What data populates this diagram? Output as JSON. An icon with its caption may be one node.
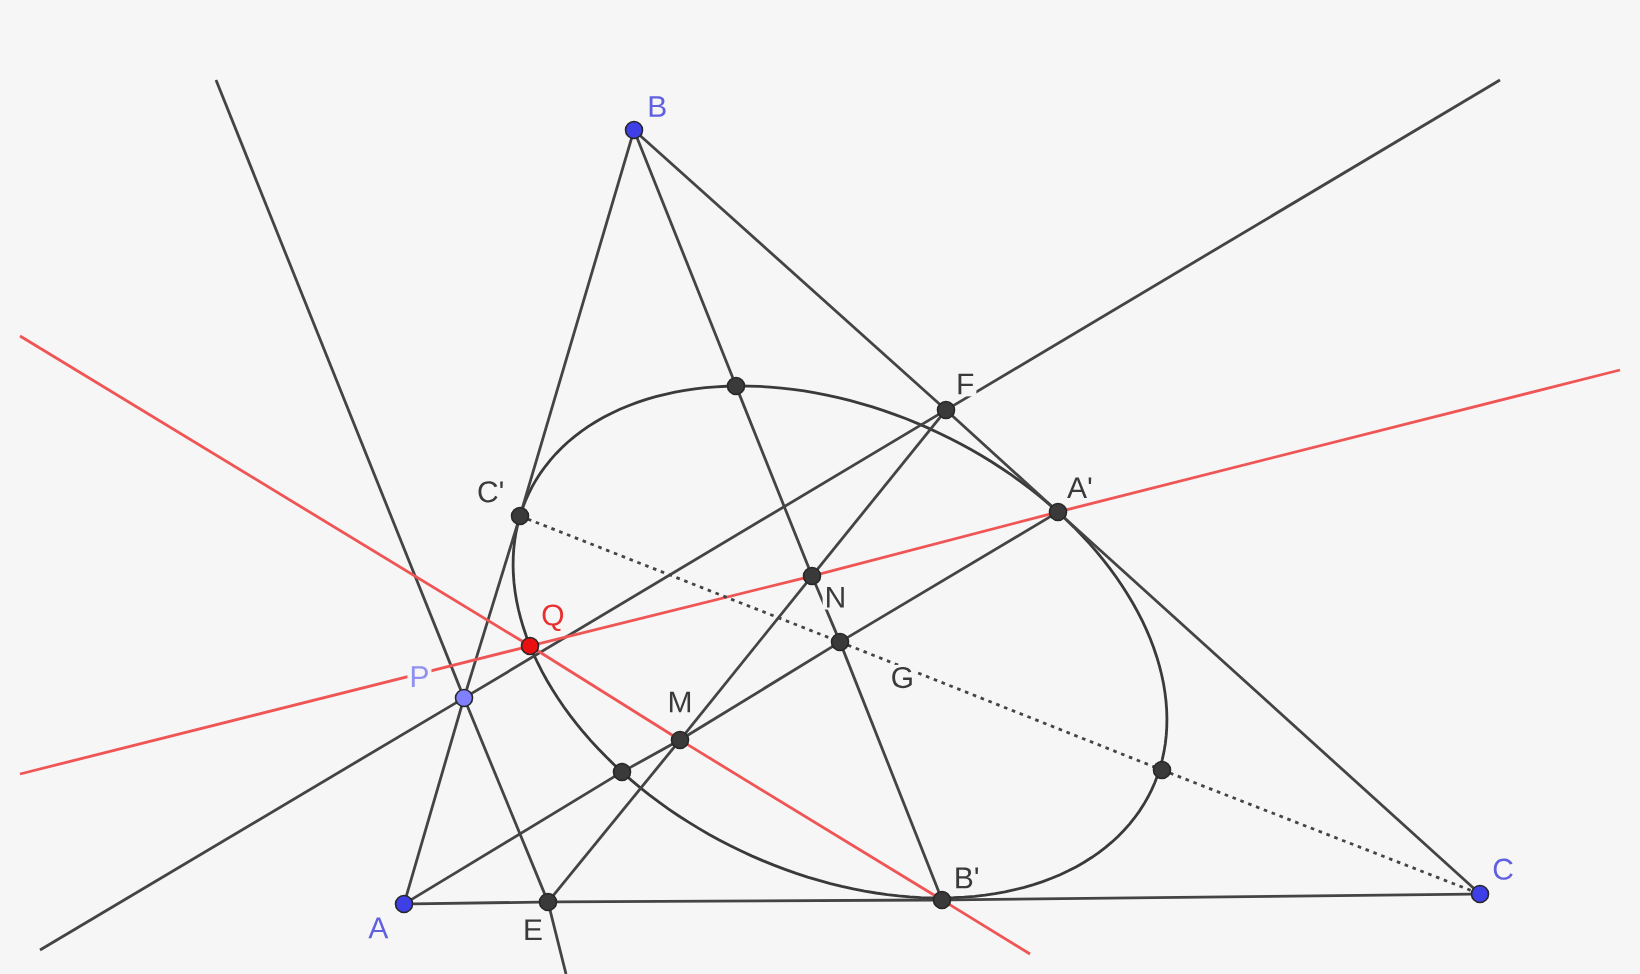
{
  "diagram": {
    "nodes": [
      {
        "text": [
          "B"
        ]
      },
      {
        "text": [
          "C'"
        ]
      },
      {
        "text": [
          "F"
        ]
      },
      {
        "text": [
          "A'"
        ]
      },
      {
        "text": [
          "N"
        ]
      },
      {
        "text": [
          "Q"
        ]
      },
      {
        "text": [
          "P"
        ]
      },
      {
        "text": [
          "G"
        ]
      },
      {
        "text": [
          "M"
        ]
      },
      {
        "text": [
          "A"
        ]
      },
      {
        "text": [
          "E"
        ]
      },
      {
        "text": [
          "B'"
        ]
      },
      {
        "text": [
          "C"
        ]
      },
      {
        "text": [],
        "shape": "circle"
      },
      {
        "text": [],
        "shape": "circle"
      },
      {
        "text": [],
        "shape": "circle"
      }
    ],
    "edges": [
      {
        "from": 9,
        "to": 6,
        "arrow": "none"
      },
      {
        "from": 6,
        "to": 1,
        "arrow": "none"
      },
      {
        "from": 1,
        "to": 0,
        "arrow": "none"
      },
      {
        "from": 0,
        "to": 2,
        "arrow": "none"
      },
      {
        "from": 2,
        "to": 3,
        "arrow": "none"
      },
      {
        "from": 3,
        "to": 12,
        "arrow": "none"
      },
      {
        "from": 9,
        "to": 10,
        "arrow": "none"
      },
      {
        "from": 10,
        "to": 11,
        "arrow": "none"
      },
      {
        "from": 11,
        "to": 12,
        "arrow": "none"
      },
      {
        "from": 0,
        "to": 13,
        "arrow": "none"
      },
      {
        "from": 13,
        "to": 4,
        "arrow": "none"
      },
      {
        "from": 4,
        "to": 7,
        "arrow": "none"
      },
      {
        "from": 7,
        "to": 11,
        "arrow": "none"
      },
      {
        "from": null,
        "to": 6,
        "arrow": "none"
      },
      {
        "from": 6,
        "to": 10,
        "arrow": "none"
      },
      {
        "from": 10,
        "to": null,
        "arrow": "none"
      },
      {
        "from": null,
        "to": 6,
        "arrow": "none"
      },
      {
        "from": 6,
        "to": 2,
        "arrow": "none"
      },
      {
        "from": 2,
        "to": null,
        "arrow": "none"
      },
      {
        "from": 9,
        "to": 14,
        "arrow": "none"
      },
      {
        "from": 14,
        "to": 8,
        "arrow": "none"
      },
      {
        "from": 8,
        "to": 7,
        "arrow": "none"
      },
      {
        "from": 7,
        "to": 3,
        "arrow": "none"
      },
      {
        "from": 10,
        "to": 8,
        "arrow": "none"
      },
      {
        "from": 8,
        "to": 4,
        "arrow": "none"
      },
      {
        "from": 4,
        "to": 2,
        "arrow": "none"
      },
      {
        "from": null,
        "to": 5,
        "arrow": "none",
        "color": "#f05555"
      },
      {
        "from": 5,
        "to": 4,
        "arrow": "none",
        "color": "#f05555"
      },
      {
        "from": 4,
        "to": 3,
        "arrow": "none",
        "color": "#f05555"
      },
      {
        "from": 3,
        "to": null,
        "arrow": "none",
        "color": "#f05555"
      },
      {
        "from": null,
        "to": 5,
        "arrow": "none",
        "color": "#f05555"
      },
      {
        "from": 5,
        "to": 8,
        "arrow": "none",
        "color": "#f05555"
      },
      {
        "from": 8,
        "to": 11,
        "arrow": "none",
        "color": "#f05555"
      },
      {
        "from": 11,
        "to": null,
        "arrow": "none",
        "color": "#f05555"
      },
      {
        "from": 1,
        "to": 7,
        "arrow": "none",
        "style": "dashed"
      },
      {
        "from": 7,
        "to": 15,
        "arrow": "none",
        "style": "dashed"
      },
      {
        "from": 15,
        "to": 12,
        "arrow": "none",
        "style": "dashed"
      }
    ]
  }
}
